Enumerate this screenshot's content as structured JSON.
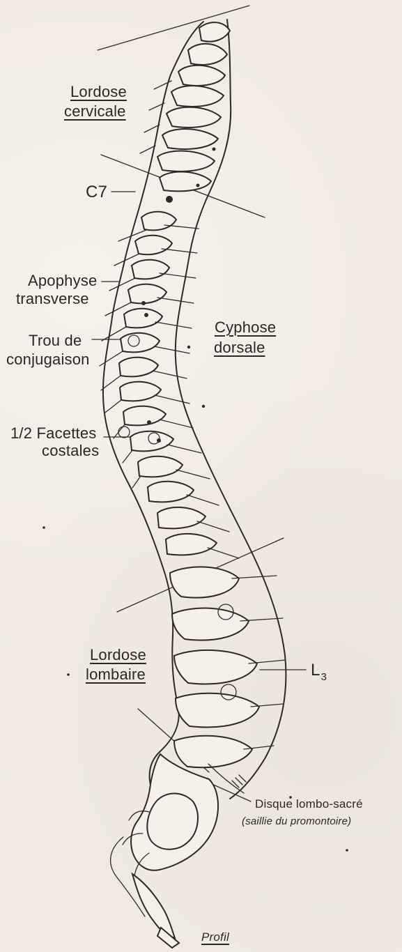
{
  "labels": {
    "lordose_cervicale_1": "Lordose",
    "lordose_cervicale_2": "cervicale",
    "c7": "C7",
    "apophyse_1": "Apophyse",
    "apophyse_2": "transverse",
    "cyphose_1": "Cyphose",
    "cyphose_2": "dorsale",
    "trou_1": "Trou de",
    "trou_2": "conjugaison",
    "facettes_1": "1/2 Facettes",
    "facettes_2": "costales",
    "lordose_lombaire_1": "Lordose",
    "lordose_lombaire_2": "lombaire",
    "l3_main": "L",
    "l3_sub": "3",
    "disque_1": "Disque lombo-sacré",
    "disque_2": "(saillie du promontoire)",
    "profil": "Profil"
  }
}
